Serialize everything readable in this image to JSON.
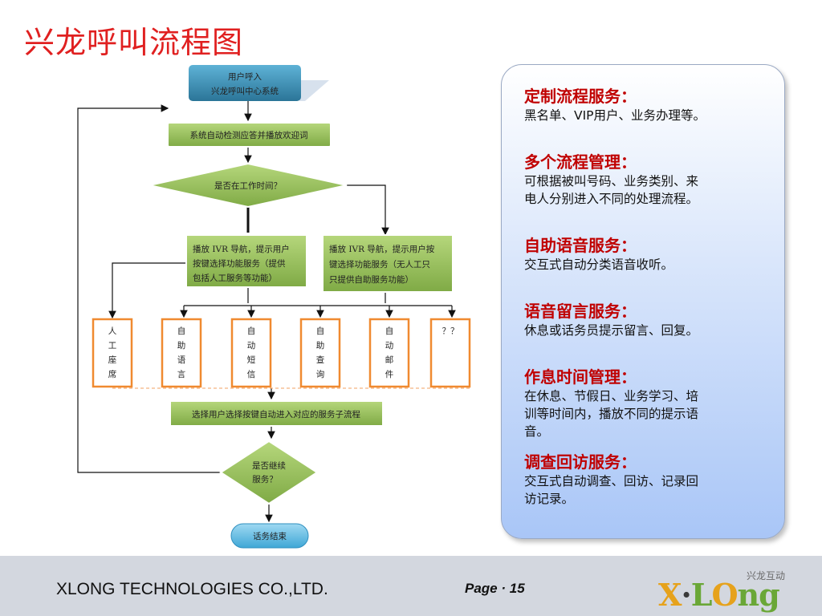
{
  "title": "兴龙呼叫流程图",
  "flow": {
    "start_line1": "用户呼入",
    "start_line2": "兴龙呼叫中心系统",
    "auto_detect": "系统自动检测应答并播放欢迎词",
    "work_time_question": "是否在工作时间？",
    "ivr_left_line1": "播放 IVR 导航，提示用户",
    "ivr_left_line2": "按键选择功能服务（提供",
    "ivr_left_line3": "包括人工服务等功能）",
    "ivr_right_line1": "播放 IVR 导航，提示用户按",
    "ivr_right_line2": "键选择功能服务（无人工只",
    "ivr_right_line3": "只提供自助服务功能）",
    "services": [
      {
        "chars": [
          "人",
          "工",
          "座",
          "席"
        ]
      },
      {
        "chars": [
          "自",
          "助",
          "语",
          "言"
        ]
      },
      {
        "chars": [
          "自",
          "动",
          "短",
          "信"
        ]
      },
      {
        "chars": [
          "自",
          "助",
          "查",
          "询"
        ]
      },
      {
        "chars": [
          "自",
          "动",
          "邮",
          "件"
        ]
      },
      {
        "chars": [
          "？？"
        ]
      }
    ],
    "select_service": "选择用户选择按键自动进入对应的服务子流程",
    "continue_line1": "是否继续",
    "continue_line2": "服务？",
    "end": "话务结束"
  },
  "panel": {
    "sections": [
      {
        "title": "定制流程服务：",
        "body": [
          "黑名单、VIP用户、业务办理等。"
        ]
      },
      {
        "title": "多个流程管理：",
        "body": [
          "可根据被叫号码、业务类别、来",
          "电人分别进入不同的处理流程。"
        ]
      },
      {
        "title": "自助语音服务：",
        "body": [
          "交互式自动分类语音收听。"
        ]
      },
      {
        "title": "语音留言服务：",
        "body": [
          "休息或话务员提示留言、回复。"
        ]
      },
      {
        "title": "作息时间管理：",
        "body": [
          "在休息、节假日、业务学习、培",
          "训等时间内，播放不同的提示语",
          "音。"
        ]
      },
      {
        "title": "调查回访服务：",
        "body": [
          "交互式自动调查、回访、记录回",
          "访记录。"
        ]
      }
    ]
  },
  "footer": {
    "company": "XLONG TECHNOLOGIES CO.,LTD.",
    "page": "Page · 15",
    "logo_cn": "兴龙互动",
    "logo_text": "X·LOng"
  },
  "colors": {
    "title": "#e02020",
    "box_green": "#8fba52",
    "box_green_dark": "#6a8f3a",
    "box_orange": "#f08a30",
    "start_blue": "#2f7fa0",
    "end_blue": "#5bb7e0",
    "panel_title": "#c00000"
  }
}
